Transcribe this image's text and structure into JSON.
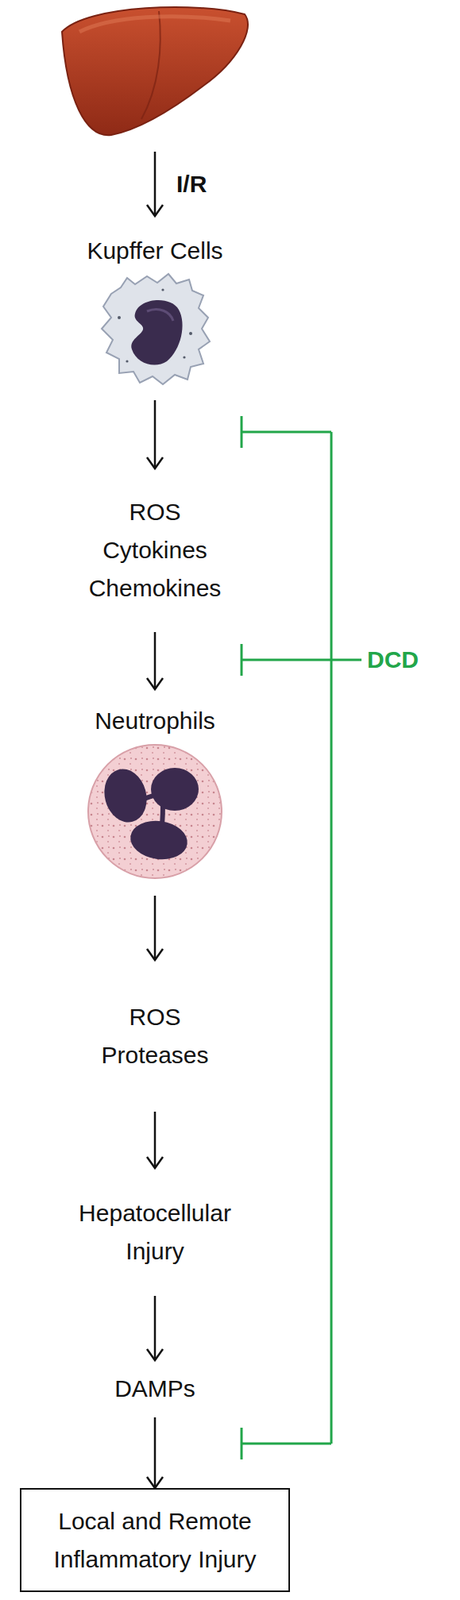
{
  "diagram": {
    "nodes": [
      {
        "text": [
          "Kupffer Cells"
        ]
      },
      {
        "text": [
          "ROS Cytokines Chemokines"
        ]
      },
      {
        "text": [
          "Neutrophils"
        ]
      },
      {
        "text": [
          "ROS Proteases"
        ]
      },
      {
        "text": [
          "Hepatocellular Injury"
        ]
      },
      {
        "text": [
          "DAMPs"
        ]
      },
      {
        "text": [
          "Local and Remote Inflammatory Injury"
        ]
      }
    ],
    "edges": [
      {
        "from": 0,
        "to": 1,
        "arrow": "to"
      },
      {
        "from": 1,
        "to": 2,
        "arrow": "to"
      },
      {
        "from": 2,
        "to": 3,
        "arrow": "to"
      },
      {
        "from": 3,
        "to": 4,
        "arrow": "to"
      },
      {
        "from": 4,
        "to": 5,
        "arrow": "to"
      },
      {
        "from": 5,
        "to": 6,
        "arrow": "to"
      }
    ],
    "labels": [
      "I/R",
      "DCD"
    ]
  }
}
